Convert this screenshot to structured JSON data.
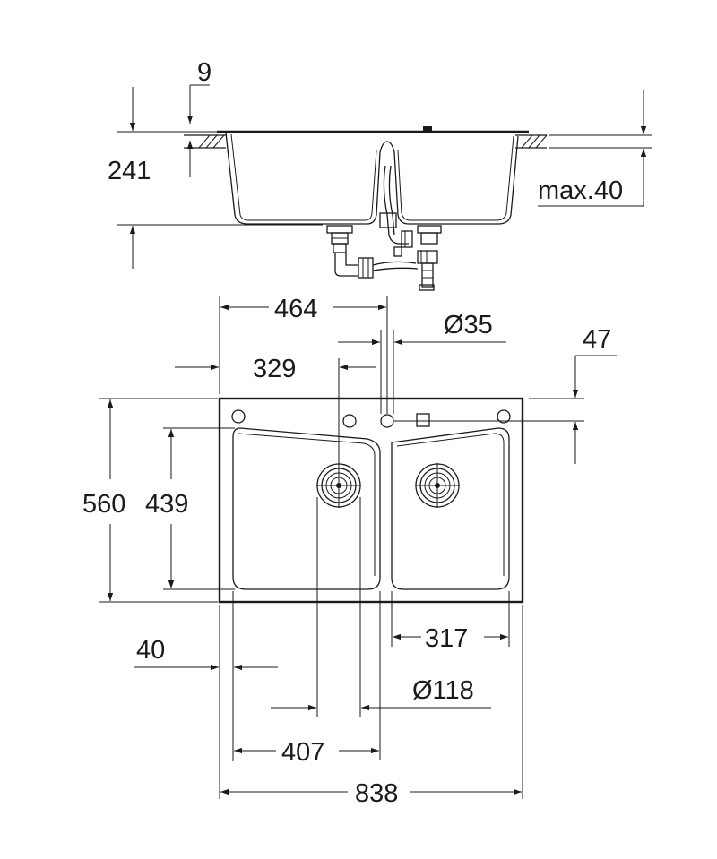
{
  "dimensions": {
    "top_view": {
      "lip": "9",
      "bowl_depth": "241",
      "max_thickness": "max.40"
    },
    "plan_view": {
      "tap_offset": "464",
      "tap_hole": "Ø35",
      "right_offset": "47",
      "drain_offset": "329",
      "overall_depth": "560",
      "bowl_depth": "439",
      "right_bowl_width": "317",
      "edge_offset": "40",
      "drain_dia": "Ø118",
      "left_bowl_width": "407",
      "overall_width": "838"
    }
  },
  "colors": {
    "line": "#1a1a1a",
    "background": "#ffffff"
  }
}
